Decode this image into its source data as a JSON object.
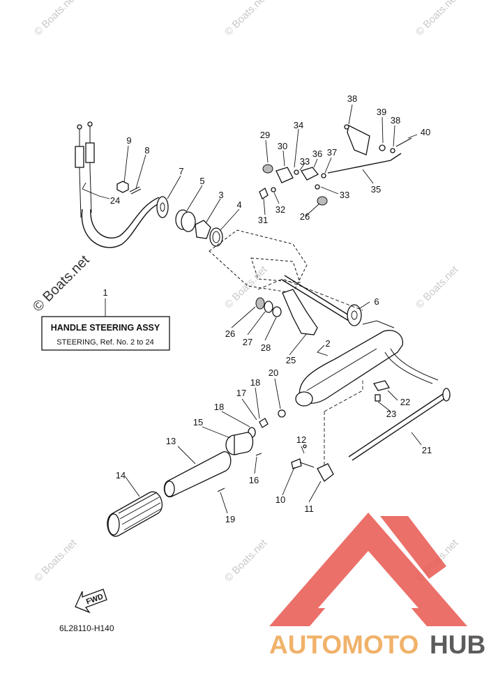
{
  "watermark": {
    "text": "© Boats.net",
    "large_text": "© Boats.net"
  },
  "callouts": {
    "n1": "1",
    "n2": "2",
    "n3": "3",
    "n4": "4",
    "n5": "5",
    "n6": "6",
    "n7": "7",
    "n8": "8",
    "n9": "9",
    "n10": "10",
    "n11": "11",
    "n12": "12",
    "n13": "13",
    "n14": "14",
    "n15": "15",
    "n16": "16",
    "n17": "17",
    "n18a": "18",
    "n18b": "18",
    "n19": "19",
    "n20": "20",
    "n21": "21",
    "n22": "22",
    "n23": "23",
    "n24": "24",
    "n25": "25",
    "n26a": "26",
    "n26b": "26",
    "n27": "27",
    "n28": "28",
    "n29": "29",
    "n30": "30",
    "n31": "31",
    "n32": "32",
    "n33a": "33",
    "n33b": "33",
    "n34": "34",
    "n35": "35",
    "n36": "36",
    "n37": "37",
    "n38a": "38",
    "n38b": "38",
    "n39": "39",
    "n40": "40"
  },
  "assembly_box": {
    "title": "HANDLE STEERING ASSY",
    "subtitle": "STEERING,  Ref. No. 2 to 24"
  },
  "fwd_label": "FWD",
  "diagram_code": "6L28110-H140",
  "brand": {
    "part1": "AUTOMOTO",
    "part2": "HUB"
  },
  "colors": {
    "logo_red": "#e8574f",
    "logo_orange": "#f0b26a",
    "logo_gray": "#5c5c5c",
    "watermark": "#c9c9c9"
  }
}
